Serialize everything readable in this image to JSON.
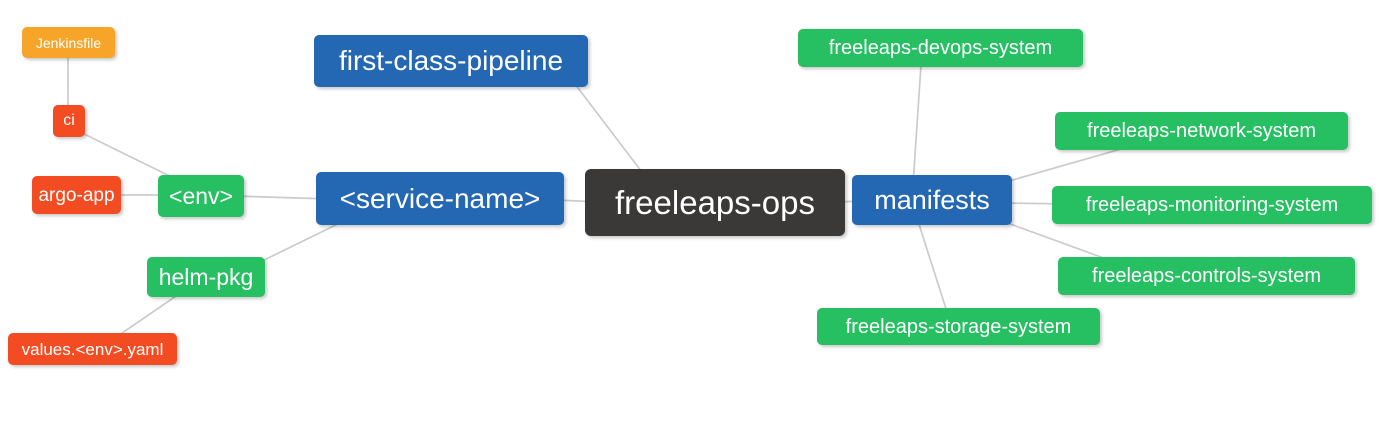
{
  "diagram": {
    "type": "mindmap",
    "root_label": "freeleaps-ops"
  },
  "colors": {
    "root_bg": "#3B3838",
    "blue_bg": "#2467B2",
    "green_bg": "#26BF62",
    "red_bg": "#F44C22",
    "orange_bg": "#F7A528",
    "edge_color": "#CBCBCB",
    "text_color": "#FFFFFF"
  },
  "nodes": [
    {
      "id": "jenkinsfile",
      "label": "Jenkinsfile",
      "role": "orange"
    },
    {
      "id": "ci",
      "label": "ci",
      "role": "red"
    },
    {
      "id": "argo-app",
      "label": "argo-app",
      "role": "red"
    },
    {
      "id": "env",
      "label": "<env>",
      "role": "green"
    },
    {
      "id": "helm-pkg",
      "label": "helm-pkg",
      "role": "green"
    },
    {
      "id": "values-env-yaml",
      "label": "values.<env>.yaml",
      "role": "red"
    },
    {
      "id": "service-name",
      "label": "<service-name>",
      "role": "blue"
    },
    {
      "id": "first-class-pipeline",
      "label": "first-class-pipeline",
      "role": "blue"
    },
    {
      "id": "freeleaps-ops",
      "label": "freeleaps-ops",
      "role": "root"
    },
    {
      "id": "manifests",
      "label": "manifests",
      "role": "blue"
    },
    {
      "id": "freeleaps-devops-system",
      "label": "freeleaps-devops-system",
      "role": "green"
    },
    {
      "id": "freeleaps-network-system",
      "label": "freeleaps-network-system",
      "role": "green"
    },
    {
      "id": "freeleaps-monitoring-system",
      "label": "freeleaps-monitoring-system",
      "role": "green"
    },
    {
      "id": "freeleaps-controls-system",
      "label": "freeleaps-controls-system",
      "role": "green"
    },
    {
      "id": "freeleaps-storage-system",
      "label": "freeleaps-storage-system",
      "role": "green"
    }
  ],
  "edges": [
    {
      "from": "Jenkinsfile",
      "to": "ci"
    },
    {
      "from": "ci",
      "to": "<env>"
    },
    {
      "from": "argo-app",
      "to": "<env>"
    },
    {
      "from": "<env>",
      "to": "<service-name>"
    },
    {
      "from": "<service-name>",
      "to": "helm-pkg"
    },
    {
      "from": "helm-pkg",
      "to": "values.<env>.yaml"
    },
    {
      "from": "first-class-pipeline",
      "to": "freeleaps-ops"
    },
    {
      "from": "<service-name>",
      "to": "freeleaps-ops"
    },
    {
      "from": "freeleaps-ops",
      "to": "manifests"
    },
    {
      "from": "manifests",
      "to": "freeleaps-devops-system"
    },
    {
      "from": "manifests",
      "to": "freeleaps-network-system"
    },
    {
      "from": "manifests",
      "to": "freeleaps-monitoring-system"
    },
    {
      "from": "manifests",
      "to": "freeleaps-controls-system"
    },
    {
      "from": "manifests",
      "to": "freeleaps-storage-system"
    }
  ]
}
